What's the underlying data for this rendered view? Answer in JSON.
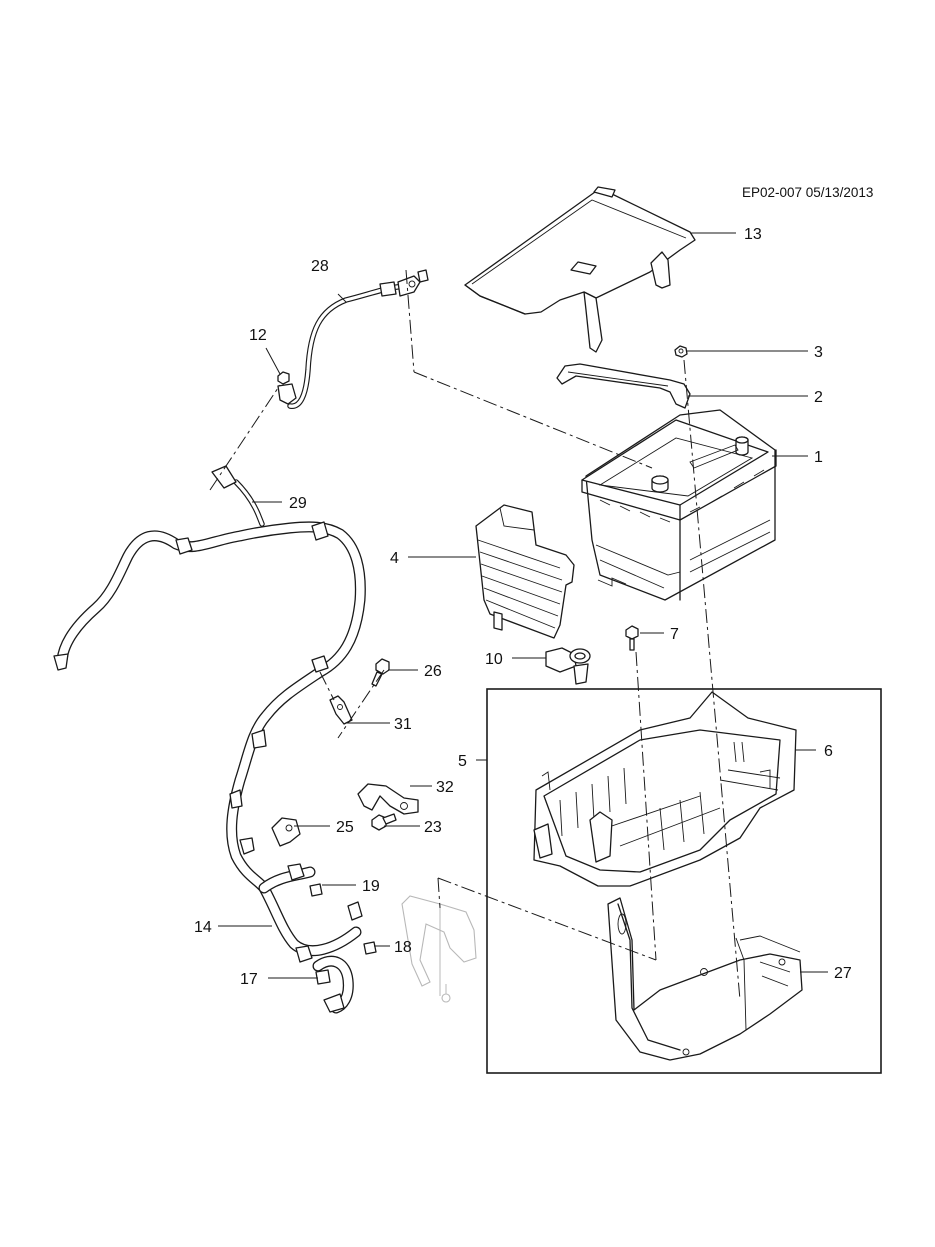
{
  "diagram": {
    "reference": "EP02-007 05/13/2013",
    "callouts": {
      "c1": "1",
      "c2": "2",
      "c3": "3",
      "c4": "4",
      "c5": "5",
      "c6": "6",
      "c7": "7",
      "c10": "10",
      "c12": "12",
      "c13": "13",
      "c14": "14",
      "c17": "17",
      "c18": "18",
      "c19": "19",
      "c23": "23",
      "c25": "25",
      "c26": "26",
      "c27": "27",
      "c28": "28",
      "c29": "29",
      "c31": "31",
      "c32": "32"
    }
  }
}
